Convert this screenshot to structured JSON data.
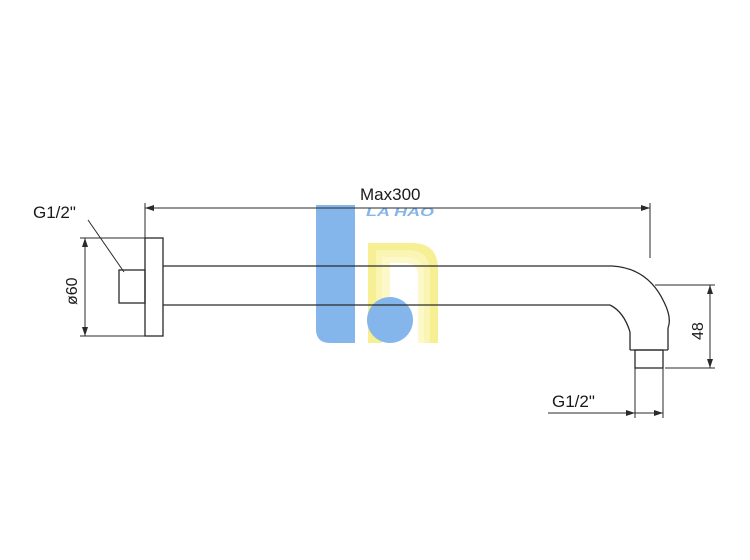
{
  "labels": {
    "max_length": "Max300",
    "wall_thread": "G1/2\"",
    "flange_diameter": "ø60",
    "drop_height": "48",
    "outlet_thread": "G1/2\""
  },
  "watermark": {
    "text": "LA HAO",
    "color_blue": "#7fb3ea",
    "color_yellow": "#f6ef8e"
  },
  "colors": {
    "line": "#2a2a2a",
    "text": "#1a1a1a"
  }
}
